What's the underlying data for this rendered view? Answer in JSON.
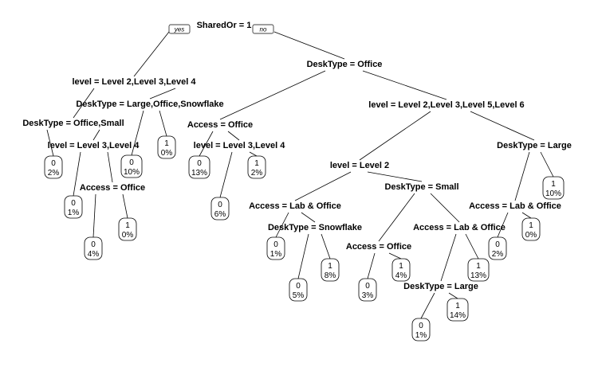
{
  "legend": {
    "yes": "yes",
    "no": "no"
  },
  "splits": {
    "root": "SharedOr = 1",
    "s_level_234": "level = Level 2,Level 3,Level 4",
    "s_desk_office_root": "DeskType = Office",
    "s_desk_lg_off_snow": "DeskType = Large,Office,Snowflake",
    "s_desk_off_small": "DeskType = Office,Small",
    "s_level_34_a": "level = Level 3,Level 4",
    "s_access_office_a": "Access = Office",
    "s_access_office_b": "Access = Office",
    "s_level_34_b": "level = Level 3,Level 4",
    "s_level_2356": "level = Level 2,Level 3,Level 5,Level 6",
    "s_level_2": "level = Level 2",
    "s_desk_large_a": "DeskType = Large",
    "s_access_lab_a": "Access = Lab & Office",
    "s_desk_snow": "DeskType = Snowflake",
    "s_desk_small": "DeskType = Small",
    "s_access_office_c": "Access = Office",
    "s_access_lab_b": "Access = Lab & Office",
    "s_desk_large_b": "DeskType = Large",
    "s_access_lab_c": "Access = Lab & Office"
  },
  "leaves": [
    {
      "cls": "0",
      "pct": "2%"
    },
    {
      "cls": "0",
      "pct": "1%"
    },
    {
      "cls": "0",
      "pct": "4%"
    },
    {
      "cls": "1",
      "pct": "0%"
    },
    {
      "cls": "0",
      "pct": "10%"
    },
    {
      "cls": "1",
      "pct": "0%"
    },
    {
      "cls": "0",
      "pct": "13%"
    },
    {
      "cls": "0",
      "pct": "6%"
    },
    {
      "cls": "1",
      "pct": "2%"
    },
    {
      "cls": "0",
      "pct": "1%"
    },
    {
      "cls": "0",
      "pct": "5%"
    },
    {
      "cls": "1",
      "pct": "8%"
    },
    {
      "cls": "0",
      "pct": "3%"
    },
    {
      "cls": "1",
      "pct": "4%"
    },
    {
      "cls": "0",
      "pct": "1%"
    },
    {
      "cls": "1",
      "pct": "14%"
    },
    {
      "cls": "1",
      "pct": "13%"
    },
    {
      "cls": "0",
      "pct": "2%"
    },
    {
      "cls": "1",
      "pct": "0%"
    },
    {
      "cls": "1",
      "pct": "10%"
    }
  ]
}
